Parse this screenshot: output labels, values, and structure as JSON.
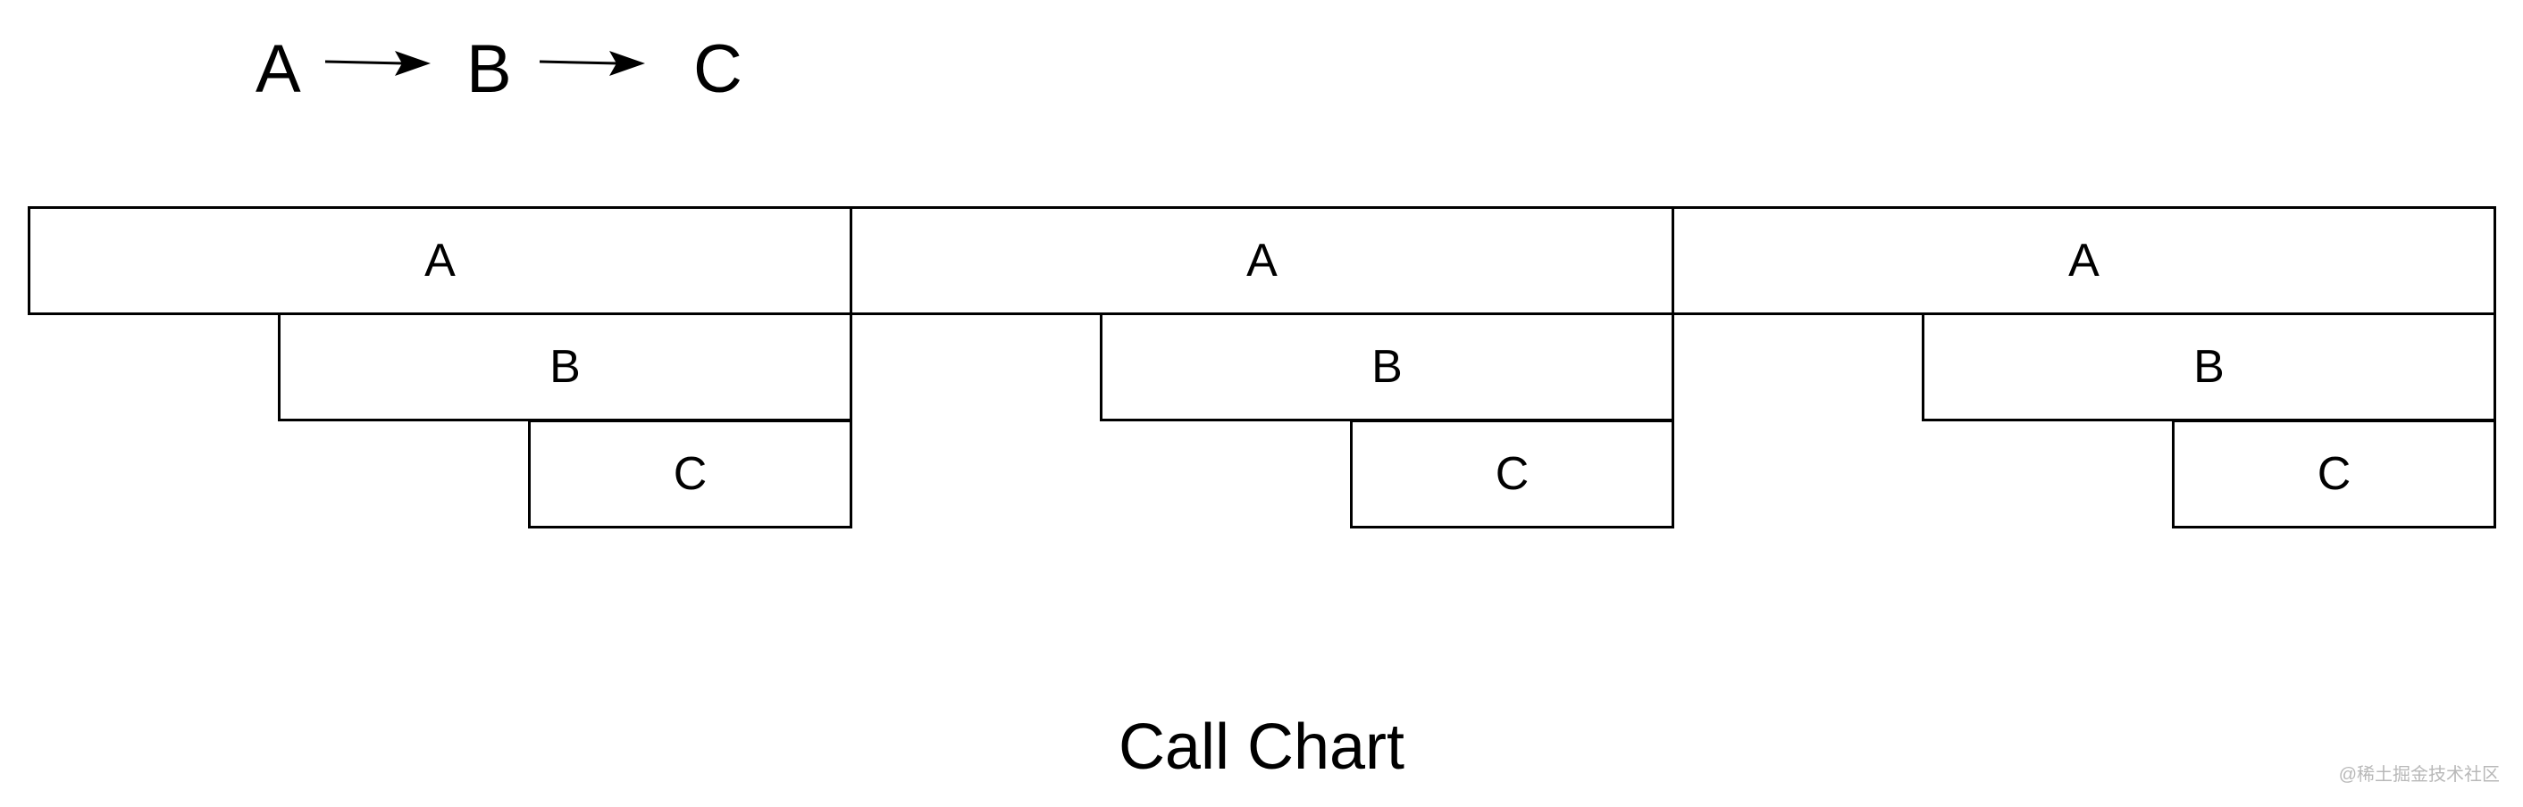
{
  "sequence": {
    "items": [
      "A",
      "B",
      "C"
    ]
  },
  "call_chart": {
    "title": "Call Chart",
    "groups": [
      {
        "a": "A",
        "b": "B",
        "c": "C"
      },
      {
        "a": "A",
        "b": "B",
        "c": "C"
      },
      {
        "a": "A",
        "b": "B",
        "c": "C"
      }
    ]
  },
  "watermark": {
    "text": "@稀土掘金技术社区"
  }
}
